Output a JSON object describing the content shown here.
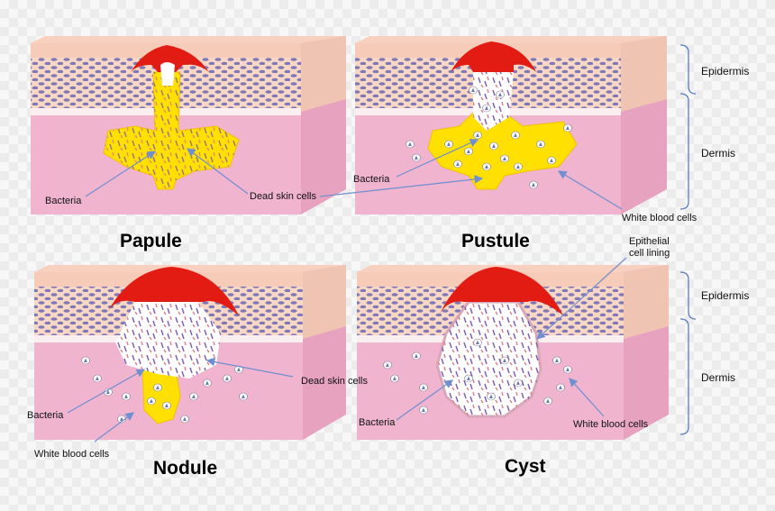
{
  "panels": {
    "papule": {
      "title": "Papule",
      "labels": {
        "bacteria": "Bacteria",
        "dead_skin_cells": "Dead skin cells"
      }
    },
    "pustule": {
      "title": "Pustule",
      "labels": {
        "bacteria": "Bacteria",
        "white_blood_cells": "White blood cells"
      }
    },
    "nodule": {
      "title": "Nodule",
      "labels": {
        "bacteria": "Bacteria",
        "white_blood_cells": "White blood cells",
        "dead_skin_cells": "Dead skin cells"
      }
    },
    "cyst": {
      "title": "Cyst",
      "labels": {
        "bacteria": "Bacteria",
        "white_blood_cells": "White blood cells",
        "epithelial_cell_lining": "Epithelial cell lining"
      }
    }
  },
  "layers": {
    "top": {
      "epidermis": "Epidermis",
      "dermis": "Dermis"
    },
    "bottom": {
      "epidermis": "Epidermis",
      "dermis": "Dermis"
    }
  },
  "colors": {
    "dermis": "#f0b4cf",
    "epidermis": "#f8d6c2",
    "surface": "#f6cfc0",
    "cell_nuclei": "#7f78b8",
    "pus_yellow": "#ffe000",
    "inflammation_red": "#e21c13",
    "arrow": "#6f8fd0",
    "bracket": "#5b7fc4"
  }
}
